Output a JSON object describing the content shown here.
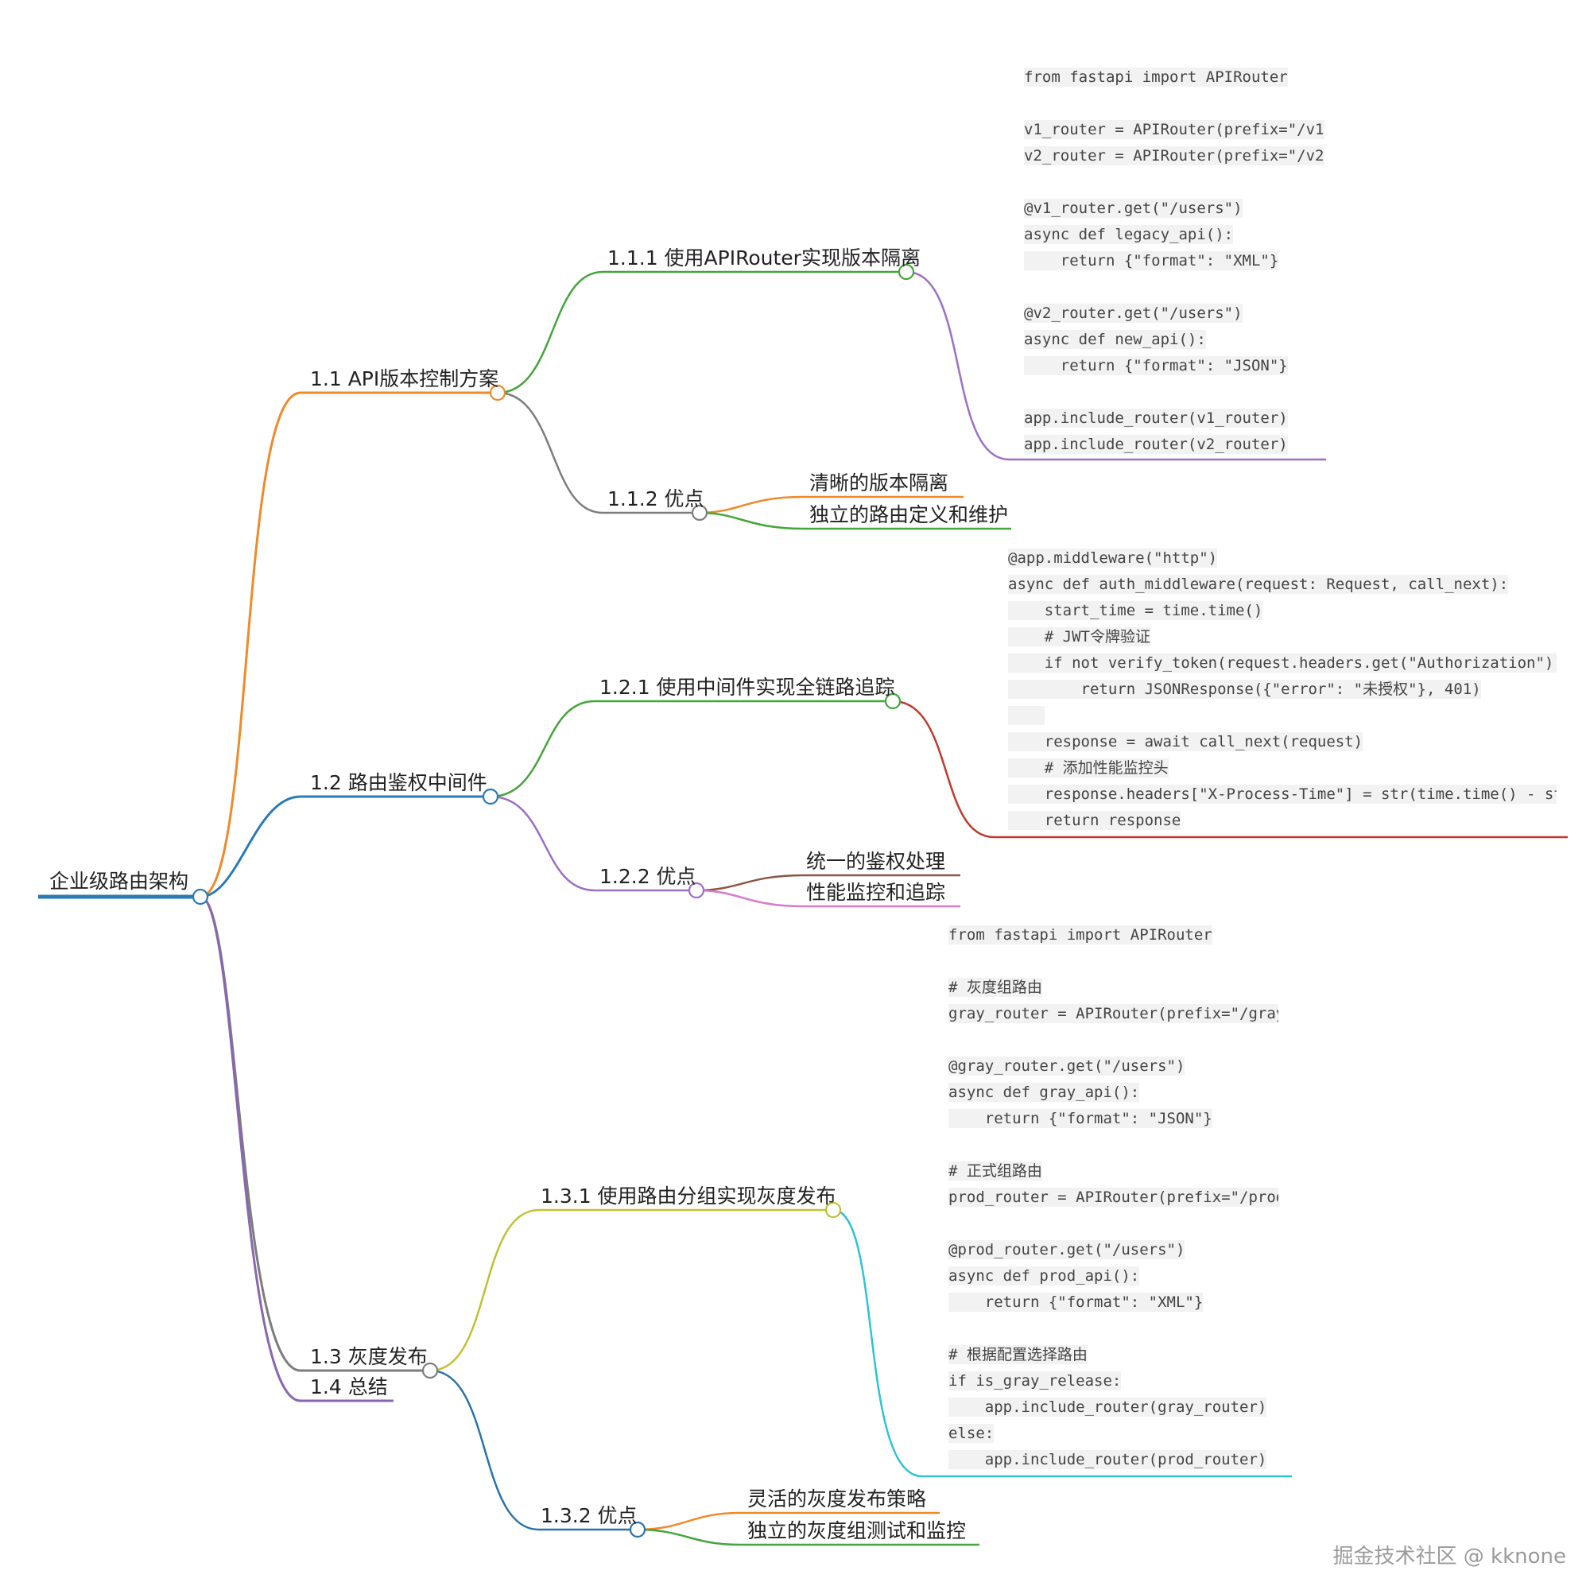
{
  "colors": {
    "orange": "#ef8a2a",
    "blue": "#2a7ab7",
    "purple": "#8a66b0",
    "gray": "#7d7d7d",
    "green": "#44a53a",
    "violet": "#9b6fc6",
    "red": "#c0392b",
    "brown": "#8a5544",
    "pink": "#d879c9",
    "olive": "#bfc135",
    "teal": "#2fc3d3",
    "navy": "#2b72a8"
  },
  "root": {
    "label": "企业级路由架构"
  },
  "branches": [
    {
      "label": "1.1 API版本控制方案",
      "children": [
        {
          "label": "1.1.1 使用APIRouter实现版本隔离",
          "code": [
            "from fastapi import APIRouter",
            "",
            "v1_router = APIRouter(prefix=\"/v1",
            "v2_router = APIRouter(prefix=\"/v2",
            "",
            "@v1_router.get(\"/users\")",
            "async def legacy_api():",
            "    return {\"format\": \"XML\"}",
            "",
            "@v2_router.get(\"/users\")",
            "async def new_api():",
            "    return {\"format\": \"JSON\"}",
            "",
            "app.include_router(v1_router)",
            "app.include_router(v2_router)"
          ]
        },
        {
          "label": "1.1.2 优点",
          "items": [
            "清晰的版本隔离",
            "独立的路由定义和维护"
          ]
        }
      ]
    },
    {
      "label": "1.2 路由鉴权中间件",
      "children": [
        {
          "label": "1.2.1 使用中间件实现全链路追踪",
          "code": [
            "@app.middleware(\"http\")",
            "async def auth_middleware(request: Request, call_next):",
            "    start_time = time.time()",
            "    # JWT令牌验证",
            "    if not verify_token(request.headers.get(\"Authorization\")):",
            "        return JSONResponse({\"error\": \"未授权\"}, 401)",
            "    ",
            "    response = await call_next(request)",
            "    # 添加性能监控头",
            "    response.headers[\"X-Process-Time\"] = str(time.time() - start_time)",
            "    return response"
          ]
        },
        {
          "label": "1.2.2 优点",
          "items": [
            "统一的鉴权处理",
            "性能监控和追踪"
          ]
        }
      ]
    },
    {
      "label": "1.3 灰度发布",
      "children": [
        {
          "label": "1.3.1 使用路由分组实现灰度发布",
          "code": [
            "from fastapi import APIRouter",
            "",
            "# 灰度组路由",
            "gray_router = APIRouter(prefix=\"/gray\"",
            "",
            "@gray_router.get(\"/users\")",
            "async def gray_api():",
            "    return {\"format\": \"JSON\"}",
            "",
            "# 正式组路由",
            "prod_router = APIRouter(prefix=\"/prod\"",
            "",
            "@prod_router.get(\"/users\")",
            "async def prod_api():",
            "    return {\"format\": \"XML\"}",
            "",
            "# 根据配置选择路由",
            "if is_gray_release:",
            "    app.include_router(gray_router)",
            "else:",
            "    app.include_router(prod_router)"
          ]
        },
        {
          "label": "1.3.2 优点",
          "items": [
            "灵活的灰度发布策略",
            "独立的灰度组测试和监控"
          ]
        }
      ]
    },
    {
      "label": "1.4 总结",
      "children": []
    }
  ],
  "watermark": "掘金技术社区 @ kknone"
}
